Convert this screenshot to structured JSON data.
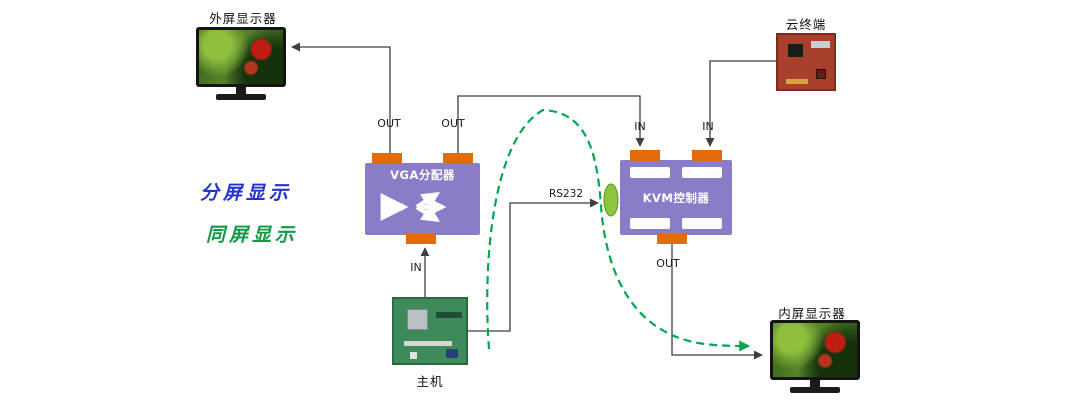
{
  "nodes": {
    "external_monitor": {
      "label": "外屏显示器"
    },
    "cloud_terminal": {
      "label": "云终端"
    },
    "vga_splitter": {
      "label": "VGA分配器"
    },
    "kvm_controller": {
      "label": "KVM控制器"
    },
    "host": {
      "label": "主机"
    },
    "internal_monitor": {
      "label": "内屏显示器"
    }
  },
  "legend": {
    "split_screen": {
      "label": "分屏显示",
      "color": "#2433cc",
      "line_style": "solid"
    },
    "same_screen": {
      "label": "同屏显示",
      "color": "#149a46",
      "line_style": "dashed"
    }
  },
  "ports": {
    "vga_out_left": "OUT",
    "vga_out_right": "OUT",
    "vga_in": "IN",
    "kvm_in_left": "IN",
    "kvm_in_right": "IN",
    "kvm_out": "OUT"
  },
  "connections": {
    "rs232_label": "RS232"
  },
  "colors": {
    "device_fill": "#8b7cc8",
    "port_tab": "#e36c0a",
    "rs232_connector": "#8cc63e",
    "wire": "#3f3f3f",
    "same_screen_path": "#00a550"
  }
}
